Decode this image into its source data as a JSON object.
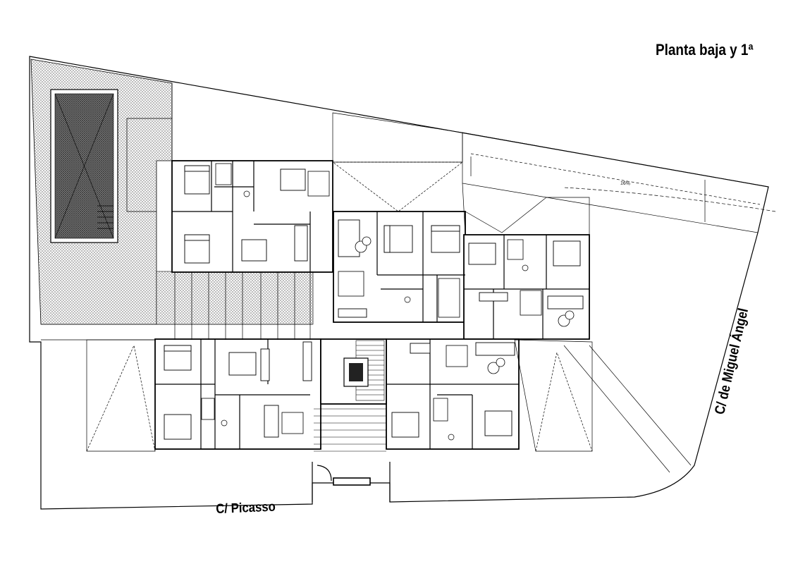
{
  "title": "Planta baja y 1ª",
  "streets": {
    "picasso": "C/ Picasso",
    "miguel_angel": "C/ de Miguel Ángel"
  },
  "ramp_slope": "16%",
  "colors": {
    "line": "#000000",
    "paving": "#bdbdbd",
    "pool": "#555555",
    "background": "#ffffff"
  },
  "icons": [
    "pool-icon",
    "bed-icon",
    "sofa-icon",
    "dining-table-icon",
    "kitchen-counter-icon",
    "bathtub-icon",
    "toilet-icon",
    "stair-icon",
    "elevator-icon"
  ]
}
